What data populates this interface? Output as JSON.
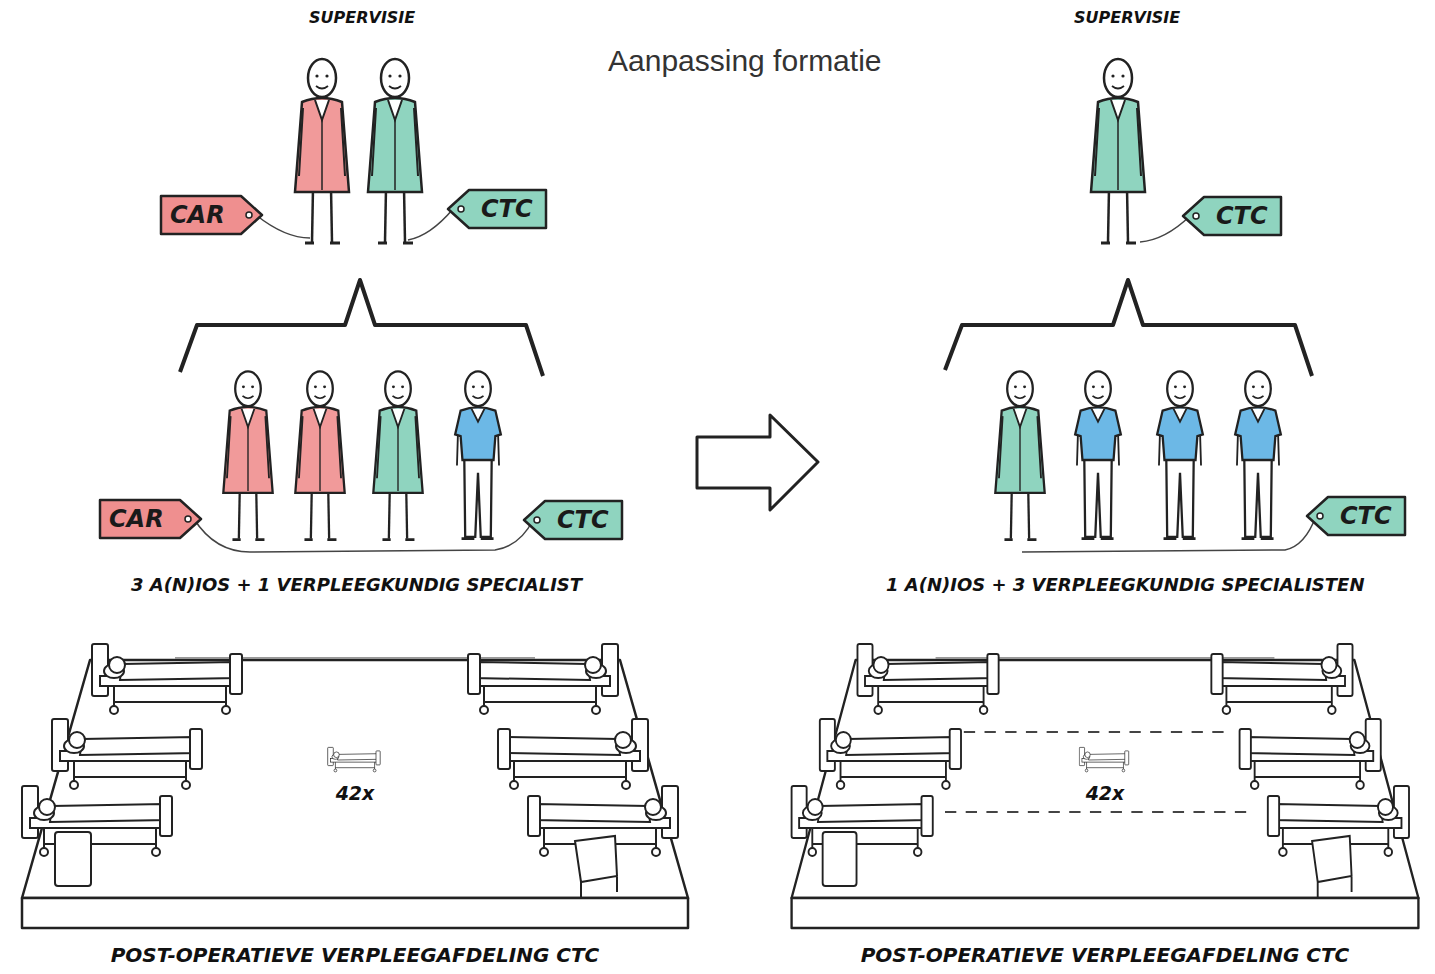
{
  "diagram": {
    "title": "Aanpassing formatie",
    "nodes": [
      {
        "text": [
          "CAR"
        ]
      },
      {
        "text": [
          "CTC"
        ]
      },
      {
        "text": [
          "CTC"
        ]
      },
      {
        "text": [
          "CAR"
        ]
      },
      {
        "text": [
          "CTC"
        ]
      },
      {
        "text": [
          "CTC"
        ]
      },
      {
        "text": [
          "42x",
          "POST-OPERATIEVE VERPLEEGAFDELING CTC"
        ]
      },
      {
        "text": [
          "42x",
          "POST-OPERATIEVE VERPLEEGAFDELING CTC"
        ]
      }
    ],
    "labels": [
      "SUPERVISIE",
      "SUPERVISIE",
      "3 A(N)IOS + 1 VERPLEEGKUNDIG SPECIALIST",
      "1 A(N)IOS + 3 VERPLEEGKUNDIG SPECIALISTEN"
    ]
  }
}
